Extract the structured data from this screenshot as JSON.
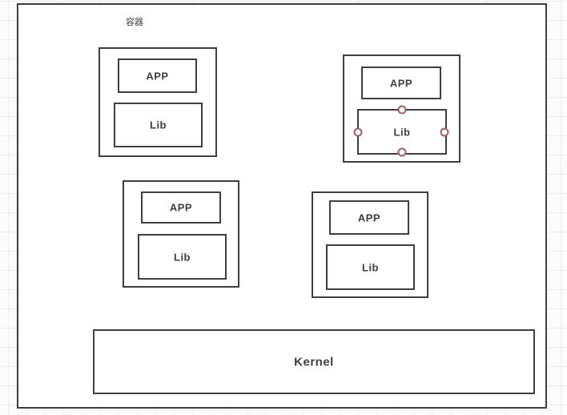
{
  "canvas": {
    "label": "容器",
    "kernel_label": "Kernel",
    "containers": [
      {
        "id": 1,
        "app_label": "APP",
        "lib_label": "Lib",
        "selected": false
      },
      {
        "id": 2,
        "app_label": "APP",
        "lib_label": "Lib",
        "selected": true
      },
      {
        "id": 3,
        "app_label": "APP",
        "lib_label": "Lib",
        "selected": false
      },
      {
        "id": 4,
        "app_label": "APP",
        "lib_label": "Lib",
        "selected": false
      }
    ],
    "colors": {
      "shape_border": "#3f3f3f",
      "shape_text": "#3d3d3d",
      "shape_fill": "#ffffff",
      "selection_handle": "#b05a56",
      "grid_line": "#ececec",
      "canvas_bg": "#fbfbfb"
    }
  }
}
